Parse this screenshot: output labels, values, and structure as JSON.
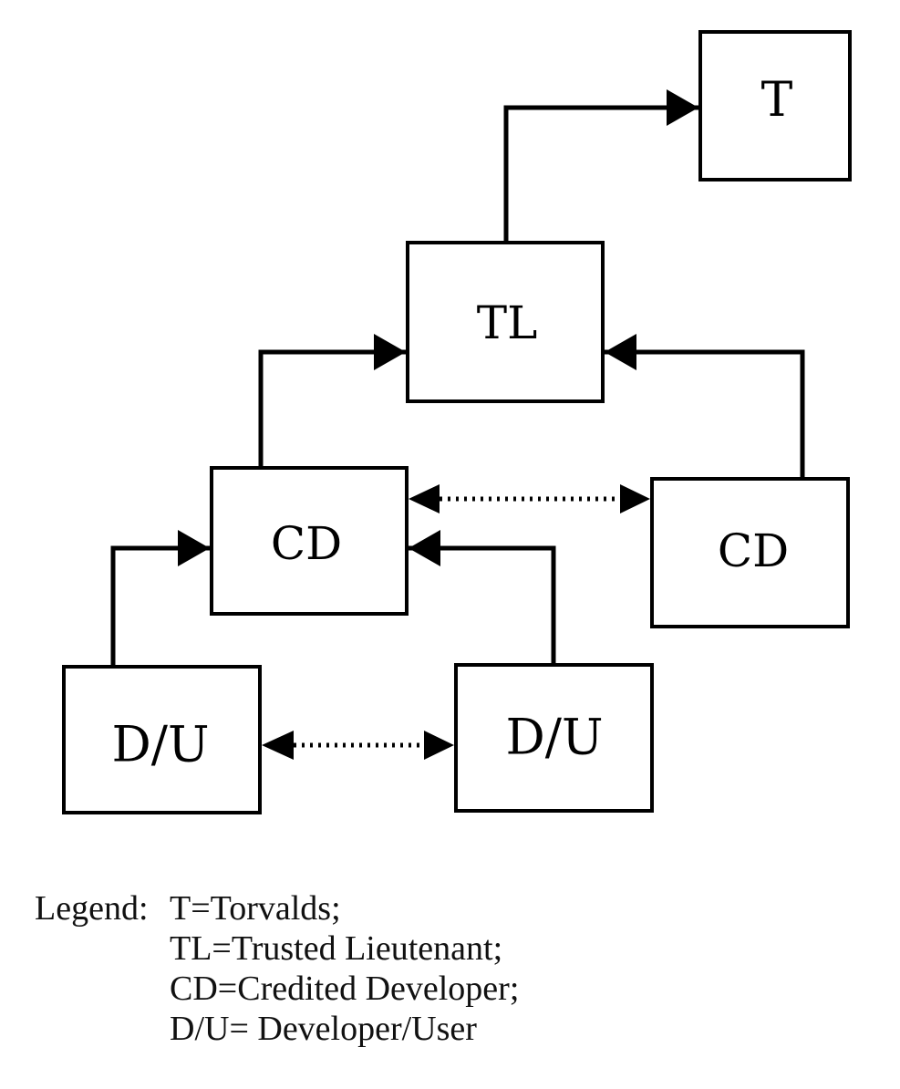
{
  "nodes": {
    "t": "T",
    "tl": "TL",
    "cd_left": "CD",
    "cd_right": "CD",
    "du_left": "D/U",
    "du_right": "D/U"
  },
  "legend": {
    "title": "Legend:",
    "items": [
      "T=Torvalds;",
      "TL=Trusted Lieutenant;",
      "CD=Credited Developer;",
      "D/U= Developer/User"
    ]
  }
}
